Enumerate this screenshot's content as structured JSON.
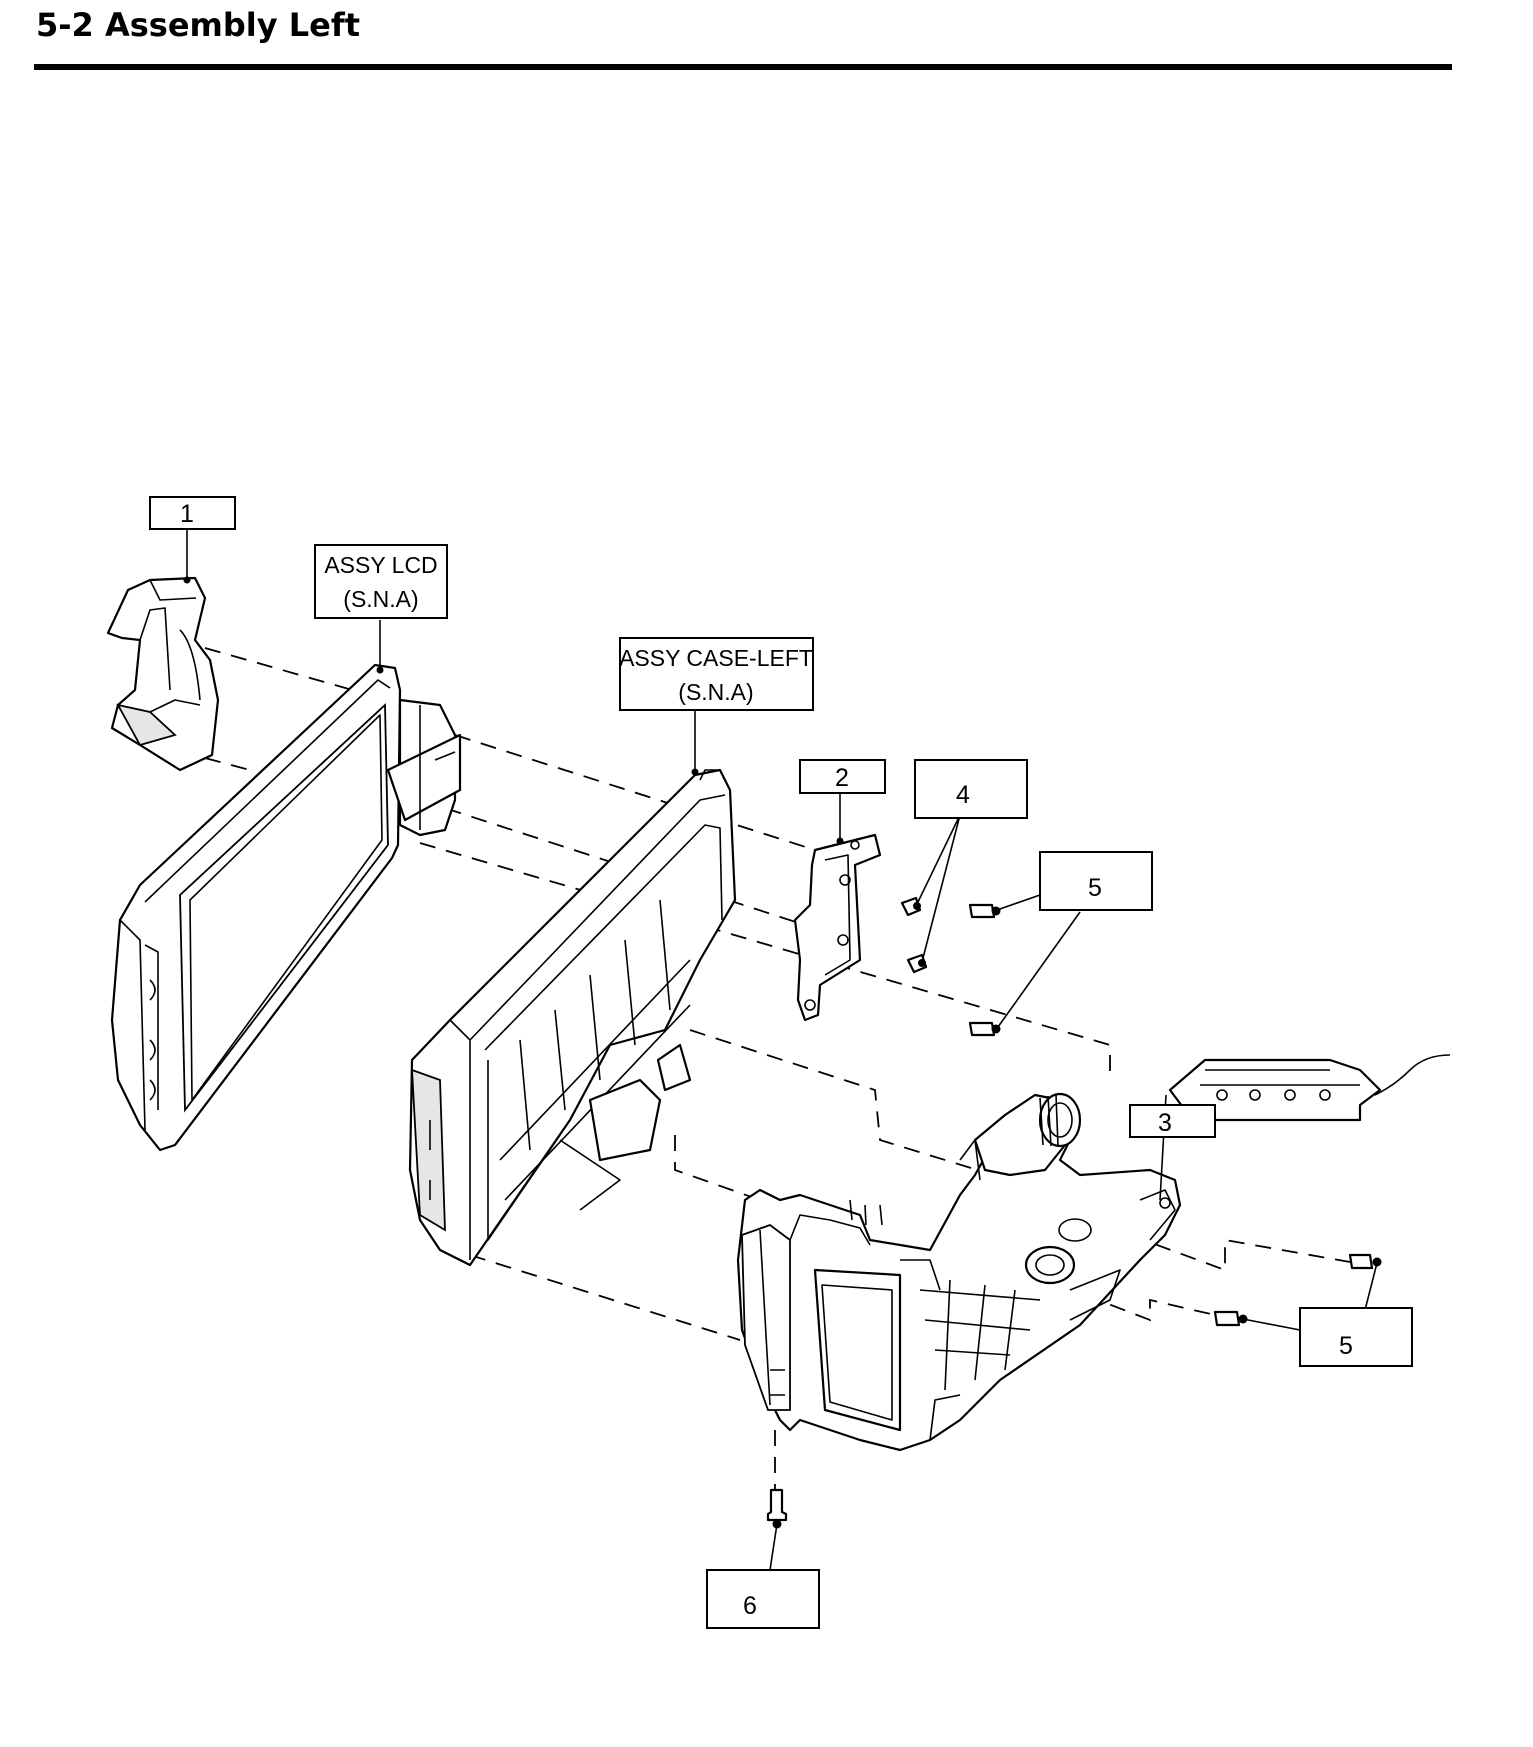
{
  "page_title": "5-2 Assembly Left",
  "callouts": {
    "part_1": "1",
    "part_2": "2",
    "part_3": "3",
    "part_4": "4",
    "part_5a": "5",
    "part_5b": "5",
    "part_6": "6"
  },
  "assy_lcd": {
    "line1": "ASSY LCD",
    "line2": "(S.N.A)"
  },
  "assy_case_left": {
    "line1": "ASSY CASE-LEFT",
    "line2": "(S.N.A)"
  }
}
